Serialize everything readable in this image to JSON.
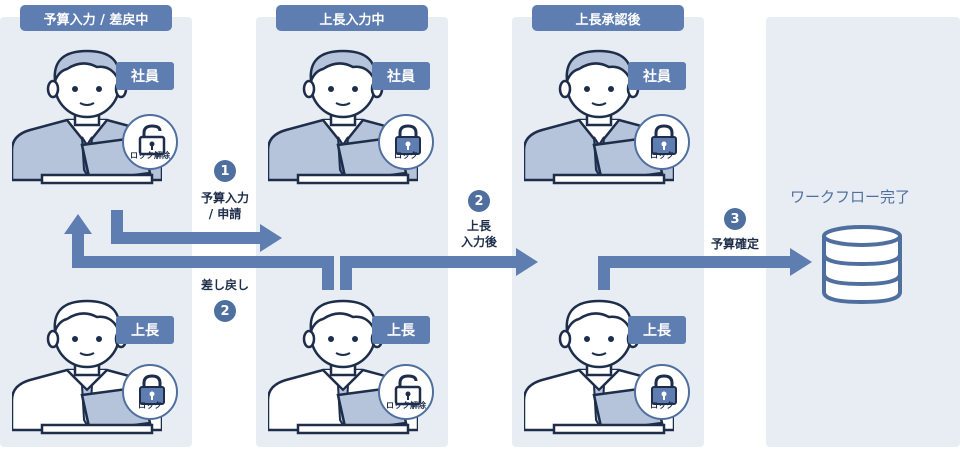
{
  "columns": [
    {
      "tab": "予算入力 / 差戻中"
    },
    {
      "tab": "上長入力中"
    },
    {
      "tab": "上長承認後"
    },
    {
      "tab": ""
    }
  ],
  "roles": {
    "employee": "社員",
    "manager": "上長"
  },
  "locks": {
    "locked": "ロック",
    "unlocked": "ロック解除"
  },
  "steps": {
    "step1": {
      "num": "1",
      "line1": "予算入力",
      "line2": "/ 申請"
    },
    "step2_back": {
      "num": "2",
      "line1": "差し戻し"
    },
    "step2_fwd": {
      "num": "2",
      "line1": "上長",
      "line2": "入力後"
    },
    "step3": {
      "num": "3",
      "line1": "予算確定"
    }
  },
  "workflow_done": "ワークフロー完了",
  "colors": {
    "accent": "#5e7db0",
    "dark": "#4f6f9f",
    "panel": "#e7edf3",
    "line": "#1e2e4a"
  }
}
